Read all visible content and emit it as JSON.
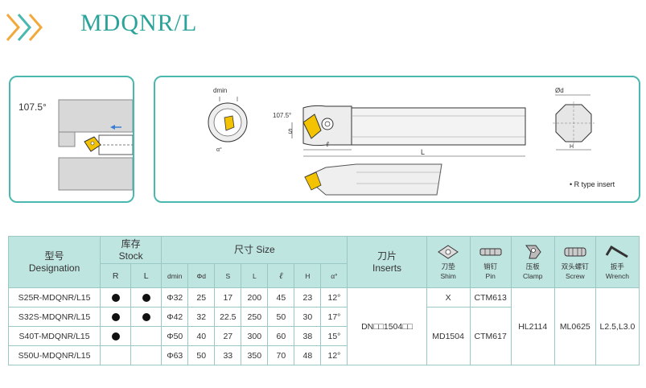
{
  "title": "MDQNR/L",
  "figure": {
    "angle_label": "107.5°",
    "dim_labels": {
      "dmin": "dmin",
      "angle": "107.5°",
      "s": "S",
      "l_small": "ℓ",
      "l_big": "L",
      "phi_d": "Ød",
      "h": "H",
      "alpha": "α°"
    },
    "note": "• R type insert"
  },
  "table": {
    "headers": {
      "designation_cn": "型号",
      "designation_en": "Designation",
      "stock_cn": "库存",
      "stock_en": "Stock",
      "stock_r": "R",
      "stock_l": "L",
      "size": "尺寸 Size",
      "size_cols": [
        "dmin",
        "Φd",
        "S",
        "L",
        "ℓ",
        "H",
        "α°"
      ],
      "inserts_cn": "刀片",
      "inserts_en": "Inserts",
      "shim_cn": "刀垫",
      "shim_en": "Shim",
      "pin_cn": "销钉",
      "pin_en": "Pin",
      "clamp_cn": "压板",
      "clamp_en": "Clamp",
      "screw_cn": "双头螺钉",
      "screw_en": "Screw",
      "wrench_cn": "扳手",
      "wrench_en": "Wrench"
    },
    "icons": {
      "shim": "shim-icon",
      "pin": "pin-icon",
      "clamp": "clamp-icon",
      "screw": "screw-icon",
      "wrench": "wrench-icon"
    },
    "rows": [
      {
        "designation": "S25R-MDQNR/L15",
        "stock_r": true,
        "stock_l": true,
        "dmin": "Φ32",
        "d": "25",
        "s": "17",
        "L": "200",
        "l": "45",
        "h": "23",
        "alpha": "12°"
      },
      {
        "designation": "S32S-MDQNR/L15",
        "stock_r": true,
        "stock_l": true,
        "dmin": "Φ42",
        "d": "32",
        "s": "22.5",
        "L": "250",
        "l": "50",
        "h": "30",
        "alpha": "17°"
      },
      {
        "designation": "S40T-MDQNR/L15",
        "stock_r": true,
        "stock_l": false,
        "dmin": "Φ50",
        "d": "40",
        "s": "27",
        "L": "300",
        "l": "60",
        "h": "38",
        "alpha": "15°"
      },
      {
        "designation": "S50U-MDQNR/L15",
        "stock_r": false,
        "stock_l": false,
        "dmin": "Φ63",
        "d": "50",
        "s": "33",
        "L": "350",
        "l": "70",
        "h": "48",
        "alpha": "12°"
      }
    ],
    "inserts": "DN□□1504□□",
    "shim_row1": "X",
    "pin_row1": "CTM613",
    "shim_rows234": "MD1504",
    "pin_rows234": "CTM617",
    "clamp": "HL2114",
    "screw": "ML0625",
    "wrench": "L2.5,L3.0"
  }
}
